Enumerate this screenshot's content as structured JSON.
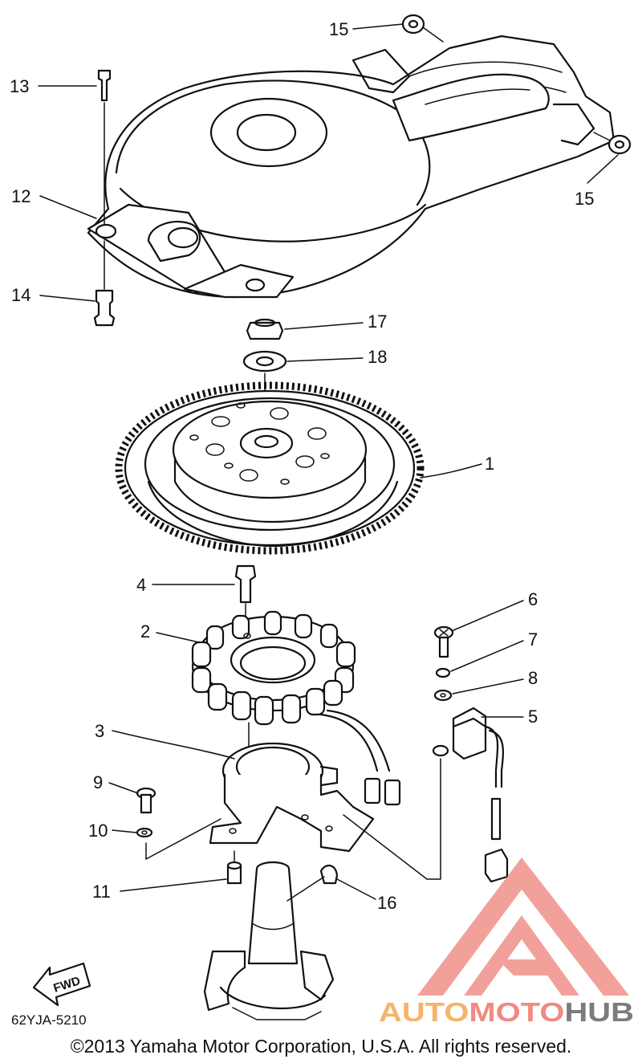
{
  "callouts": [
    {
      "number": "15"
    },
    {
      "number": "13"
    },
    {
      "number": "12"
    },
    {
      "number": "15"
    },
    {
      "number": "14"
    },
    {
      "number": "17"
    },
    {
      "number": "18"
    },
    {
      "number": "1"
    },
    {
      "number": "4"
    },
    {
      "number": "2"
    },
    {
      "number": "6"
    },
    {
      "number": "7"
    },
    {
      "number": "8"
    },
    {
      "number": "5"
    },
    {
      "number": "3"
    },
    {
      "number": "9"
    },
    {
      "number": "10"
    },
    {
      "number": "11"
    },
    {
      "number": "16"
    }
  ],
  "direction_marker": "FWD",
  "reference_code": "62YJA-5210",
  "copyright": "©2013 Yamaha Motor Corporation, U.S.A. All rights reserved.",
  "watermark": {
    "part1": "AUTO",
    "part2": "MOTO",
    "part3": "HUB",
    "colors": {
      "auto": "#f6b36a",
      "moto": "#f08a82",
      "hub": "#7c7c7c",
      "triangle": "#f08a82"
    }
  }
}
